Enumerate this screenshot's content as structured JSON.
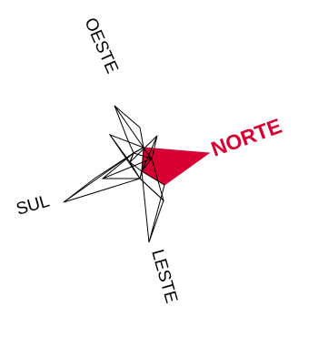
{
  "compass": {
    "labels": {
      "north": "NORTE",
      "south": "SUL",
      "east": "LESTE",
      "west": "OESTE"
    },
    "colors": {
      "highlight": "#d80032",
      "outline": "#000000",
      "background": "#ffffff",
      "label": "#000000"
    }
  }
}
